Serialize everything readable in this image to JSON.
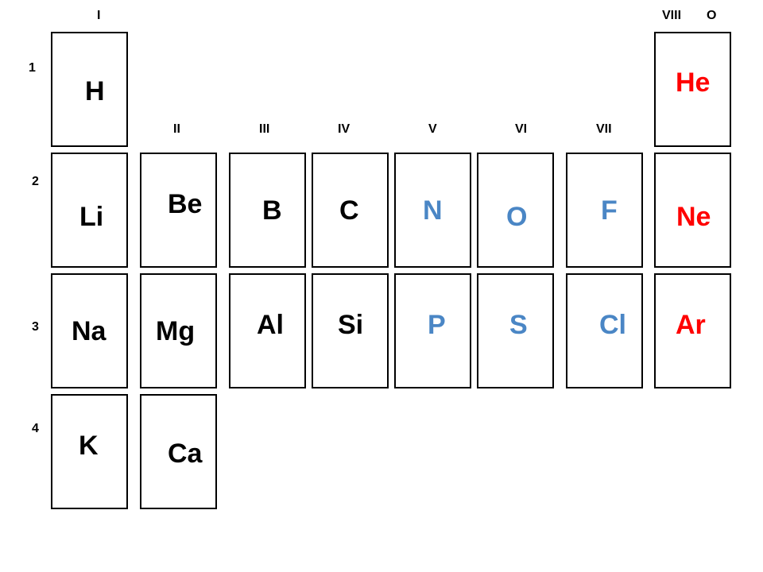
{
  "group_labels": {
    "g1": "I",
    "g2": "II",
    "g3": "III",
    "g4": "IV",
    "g5": "V",
    "g6": "VI",
    "g7": "VII",
    "g8": "VIII",
    "g0": "O"
  },
  "period_labels": {
    "p1": "1",
    "p2": "2",
    "p3": "3",
    "p4": "4"
  },
  "elements": {
    "H": "H",
    "He": "He",
    "Li": "Li",
    "Be": "Be",
    "B": "B",
    "C": "C",
    "N": "N",
    "O": "O",
    "F": "F",
    "Ne": "Ne",
    "Na": "Na",
    "Mg": "Mg",
    "Al": "Al",
    "Si": "Si",
    "P": "P",
    "S": "S",
    "Cl": "Cl",
    "Ar": "Ar",
    "K": "K",
    "Ca": "Ca"
  },
  "colors": {
    "metal_and_metalloid": "#000000",
    "nonmetal": "#4a86c5",
    "noble_gas": "#ff0000"
  }
}
